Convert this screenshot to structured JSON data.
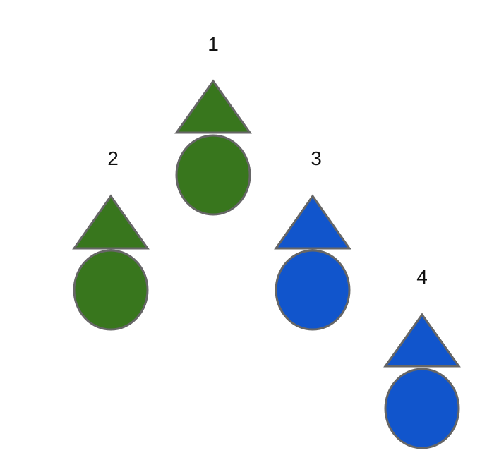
{
  "figures": [
    {
      "label": "1",
      "color": "#38761d"
    },
    {
      "label": "2",
      "color": "#38761d"
    },
    {
      "label": "3",
      "color": "#1155cc"
    },
    {
      "label": "4",
      "color": "#1155cc"
    }
  ],
  "outline_color": "#666666"
}
